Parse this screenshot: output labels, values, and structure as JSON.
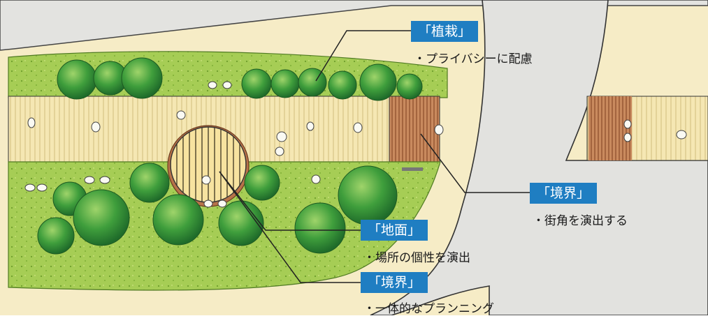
{
  "colors": {
    "label_bg": "#1f7ec2",
    "label_text": "#ffffff",
    "ground": "#f4e6b0",
    "lawn": "#9cc84a",
    "tree": "#3a9a3a",
    "brick": "#b8734a",
    "road": "#e2e2df"
  },
  "annotations": [
    {
      "label": "「植栽」",
      "note": "・プライバシーに配慮"
    },
    {
      "label": "「境界」",
      "note": "・街角を演出する"
    },
    {
      "label": "「地面」",
      "note": "・場所の個性を演出"
    },
    {
      "label": "「境界」",
      "note": "・一体的なプランニング"
    }
  ]
}
